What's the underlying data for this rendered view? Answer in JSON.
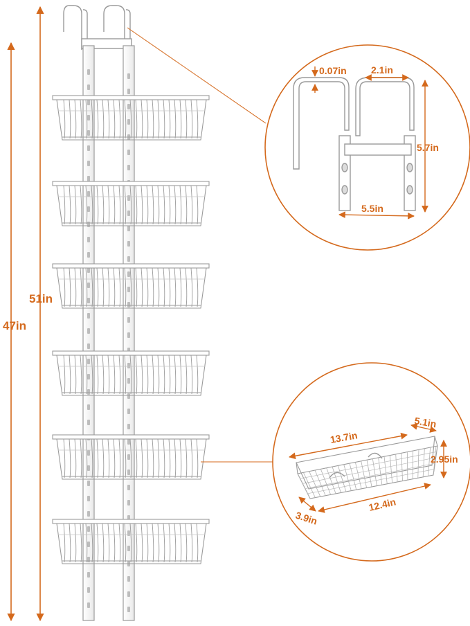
{
  "colors": {
    "accent": "#d4691c",
    "rack": "#ffffff",
    "outline": "#9a9a9a"
  },
  "product": {
    "basket_count": 6
  },
  "labels": {
    "total_height": "47in",
    "rack_height": "51in",
    "hook_gap": "0.07in",
    "hook_width": "2.1in",
    "bracket_height": "5.7in",
    "bracket_width": "5.5in",
    "basket_top_length": "13.7in",
    "basket_top_depth": "5.1in",
    "basket_height": "2.95in",
    "basket_bottom_length": "12.4in",
    "basket_bottom_depth": "3.9in"
  }
}
